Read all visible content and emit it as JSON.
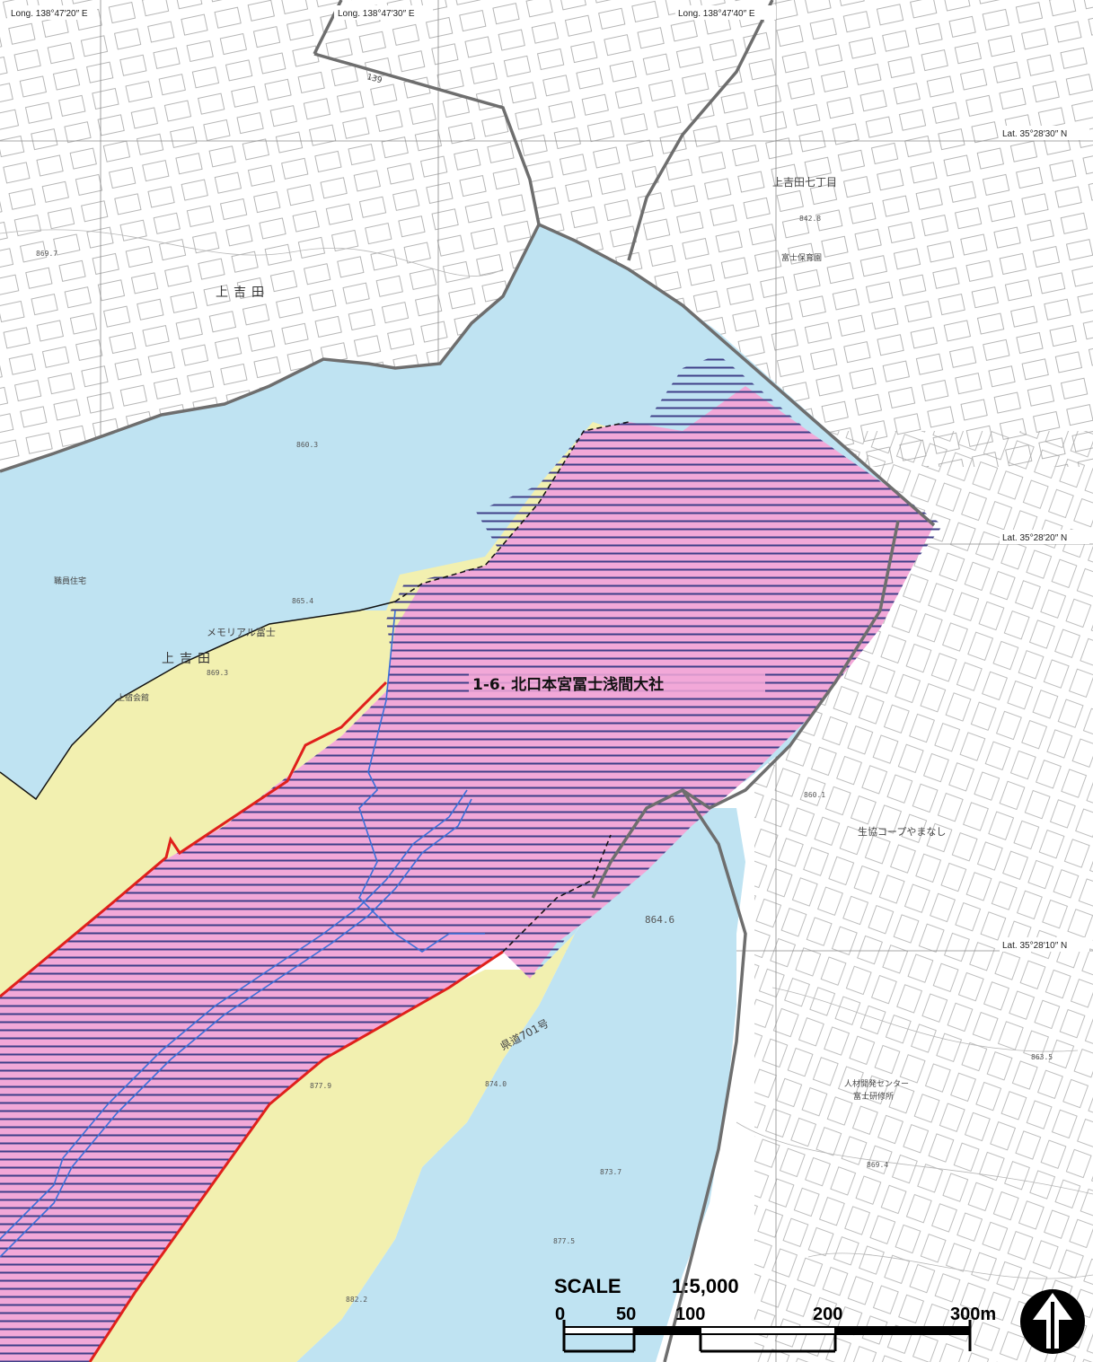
{
  "coords": {
    "long_left": "Long. 138°47′20″ E",
    "long_mid": "Long. 138°47′30″ E",
    "long_right": "Long. 138°47′40″ E",
    "lat_top": "Lat. 35°28′30″ N",
    "lat_mid": "Lat. 35°28′20″ N",
    "lat_bottom": "Lat. 35°28′10″ N"
  },
  "site_label": "1-6. 北口本宮冨士浅間大社",
  "place_names": {
    "kamiyoshida_upper": "上吉田",
    "kamiyoshida_center": "上吉田",
    "kamiyoshida_7chome": "上吉田七丁目",
    "memorial_fuji": "メモリアル富士",
    "kamijuku_hall": "上宿会館",
    "co_op": "生協コープやまなし",
    "training_center": "人材開発センター",
    "training_center_sub": "富士研修所",
    "fuji_nursery": "富士保育園",
    "residence": "職員住宅",
    "route_70": "県道701号",
    "route_139": "139"
  },
  "elevations": [
    "869.7",
    "860.3",
    "865.4",
    "869.3",
    "874.0",
    "877.9",
    "864.6",
    "873.7",
    "877.5",
    "882.2",
    "863.5",
    "869.4",
    "860.1",
    "842.8"
  ],
  "scale": {
    "title": "SCALE",
    "ratio": "1:5,000",
    "ticks": [
      "0",
      "50",
      "100",
      "200",
      "300m"
    ]
  },
  "north_arrow": "N",
  "colors": {
    "buffer_blue": "#bfe3f2",
    "buffer_yellow": "#f2f0b0",
    "core_pink": "#f2a8d8",
    "hatch": "#3f3f88",
    "boundary_red": "#e0201b",
    "road_blue": "#3a6fd8",
    "admin_gray": "#6e6e6e"
  }
}
